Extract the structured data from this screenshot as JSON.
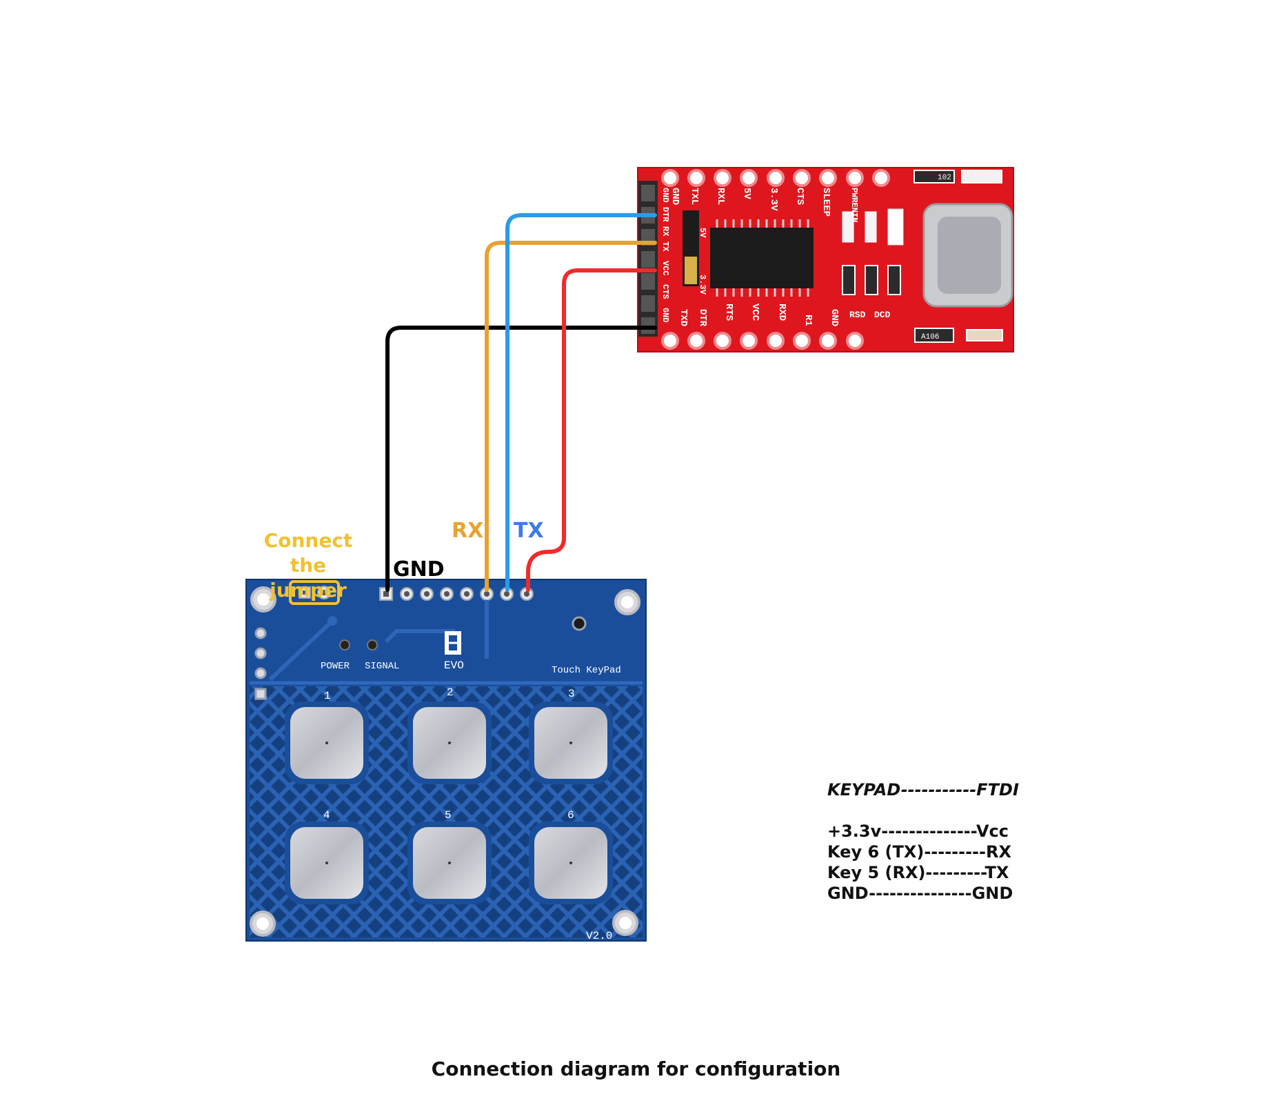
{
  "labels": {
    "jumper_line1": "Connect the",
    "jumper_line2": "jumper",
    "gnd": "GND",
    "rx": "RX",
    "tx": "TX"
  },
  "colors": {
    "rx": "#E8A22F",
    "tx": "#2C9BE6",
    "vcc": "#F02A2A",
    "gnd": "#000000",
    "jumper_label": "#F2C12E",
    "tx_label": "#3B7BEA",
    "ftdi_pcb": "#E0161E",
    "keypad_pcb": "#1A4E9A"
  },
  "ftdi": {
    "top_pins": [
      "GND",
      "TXL",
      "RXL",
      "5V",
      "3.3V",
      "CTS",
      "SLEEP",
      "PWRENTN"
    ],
    "left_pins": [
      "GND",
      "DTR",
      "RX",
      "TX",
      "VCC",
      "CTS",
      "GND"
    ],
    "jumper_labels": [
      "5V",
      "3.3V"
    ],
    "bottom_pins": [
      "TXD",
      "DTR",
      "RTS",
      "VCC",
      "RXD",
      "R1",
      "GND",
      "RSD",
      "DCD"
    ],
    "resistor_1": "102",
    "resistor_2": "A106"
  },
  "keypad": {
    "power_label": "POWER",
    "signal_label": "SIGNAL",
    "brand": "EVO",
    "product": "Touch KeyPad",
    "version": "V2.0",
    "keys": [
      "1",
      "2",
      "3",
      "4",
      "5",
      "6"
    ]
  },
  "mapping": {
    "header": "KEYPAD-----------FTDI",
    "rows": [
      "+3.3v--------------Vcc",
      "Key 6 (TX)---------RX",
      "Key 5 (RX)---------TX",
      "GND---------------GND"
    ]
  },
  "caption": "Connection diagram for configuration"
}
